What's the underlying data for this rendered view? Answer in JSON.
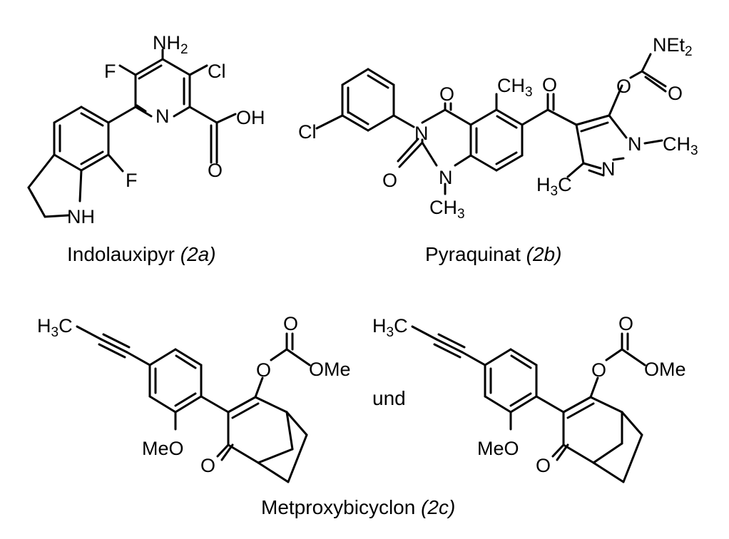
{
  "compounds": {
    "a": {
      "name": "Indolauxipyr",
      "code": "(2a)",
      "labels": {
        "nh2": "NH",
        "nh2_sub": "2",
        "f_top": "F",
        "cl": "Cl",
        "n_ring": "N",
        "oh": "OH",
        "o": "O",
        "f_bottom": "F",
        "nh": "NH"
      }
    },
    "b": {
      "name": "Pyraquinat",
      "code": "(2b)",
      "labels": {
        "cl": "Cl",
        "o_quin_top": "O",
        "ch3_top": "CH",
        "ch3_top_sub": "3",
        "o_ketone": "O",
        "net2": "NEt",
        "net2_sub": "2",
        "o_ester": "O",
        "o_carbonyl": "O",
        "n3": "N",
        "o_quin_bottom": "O",
        "n1": "N",
        "n_me": "CH",
        "n_me_sub": "3",
        "pyr_n1": "N",
        "pyr_n1_me": "CH",
        "pyr_n1_me_sub": "3",
        "pyr_n2": "N",
        "h3c": "H",
        "h3c_sub": "3",
        "h3c_c": "C"
      }
    },
    "c": {
      "name": "Metproxybicyclon",
      "code": "(2c)",
      "connector": "und",
      "left": {
        "h3c": "H",
        "h3c_sub": "3",
        "h3c_c": "C",
        "o_top": "O",
        "o_link": "O",
        "ome": "OMe",
        "meo": "MeO",
        "o_ketone": "O"
      },
      "right": {
        "h3c": "H",
        "h3c_sub": "3",
        "h3c_c": "C",
        "o_top": "O",
        "o_link": "O",
        "ome": "OMe",
        "meo": "MeO",
        "o_ketone": "O"
      }
    }
  }
}
